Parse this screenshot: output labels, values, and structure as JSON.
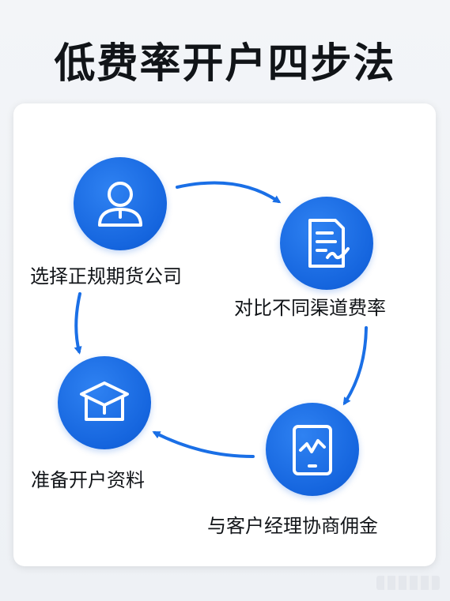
{
  "title": "低费率开户四步法",
  "steps": [
    {
      "label": "选择正规期货公司",
      "icon": "user-icon"
    },
    {
      "label": "对比不同渠道费率",
      "icon": "document-sign-icon"
    },
    {
      "label": "与客户经理协商佣金",
      "icon": "tablet-chart-icon"
    },
    {
      "label": "准备开户资料",
      "icon": "box-icon"
    }
  ],
  "colors": {
    "accent": "#1565de",
    "arrow": "#1a6fe6",
    "text": "#111418"
  }
}
